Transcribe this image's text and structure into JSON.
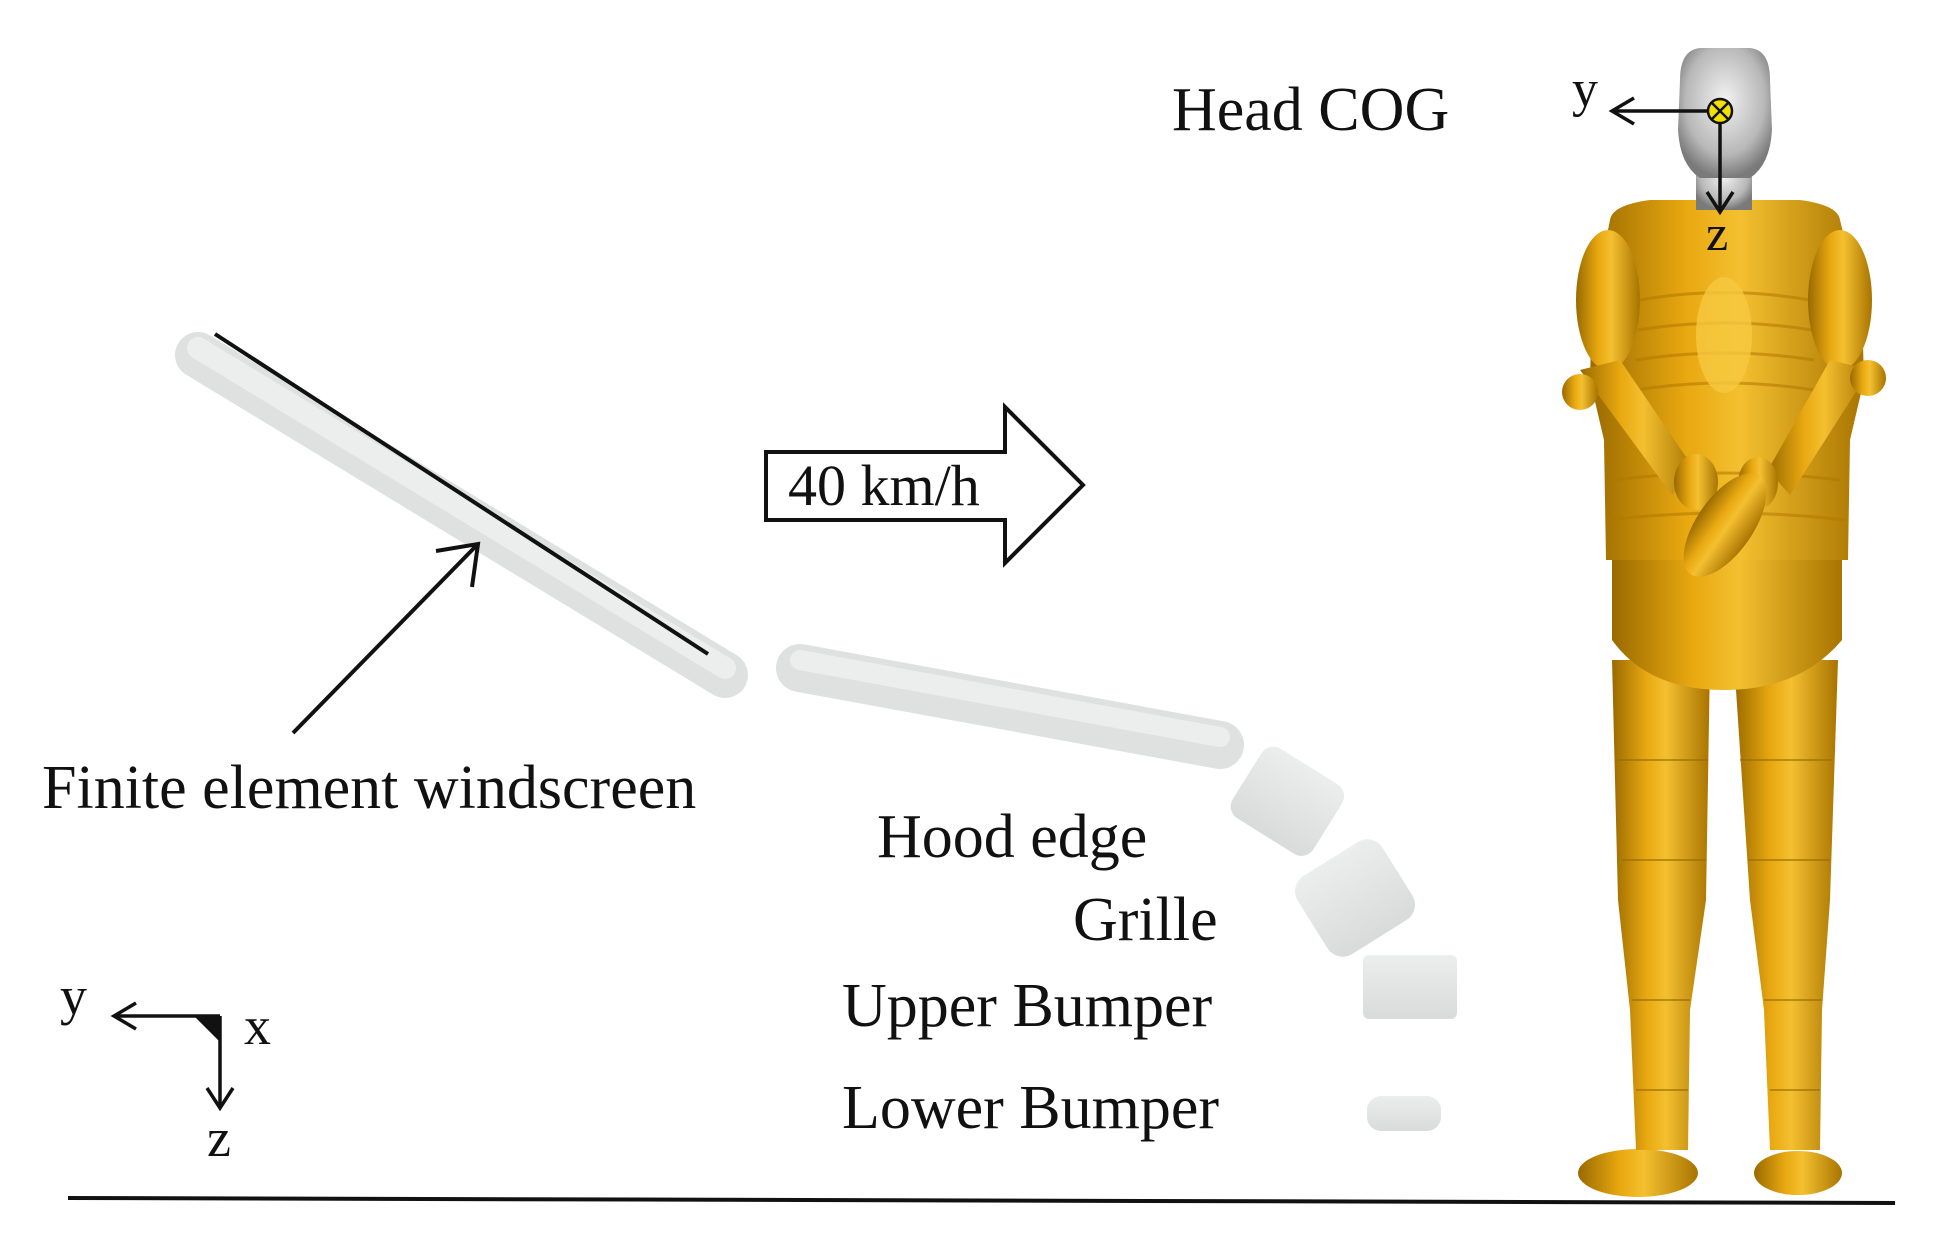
{
  "labels": {
    "head_cog": "Head COG",
    "speed": "40 km/h",
    "windscreen": "Finite element windscreen",
    "hood_edge": "Hood edge",
    "grille": "Grille",
    "upper_bumper": "Upper Bumper",
    "lower_bumper": "Lower Bumper"
  },
  "axes_vehicle": {
    "y": "y",
    "x": "x",
    "z": "z"
  },
  "axes_head": {
    "y": "y",
    "z": "z"
  },
  "colors": {
    "vehicle_parts": "#e2e4e3",
    "dummy_body": "#e0a010",
    "dummy_head": "#b8b8b8",
    "cog_marker": "#f2e000",
    "line": "#111111"
  }
}
